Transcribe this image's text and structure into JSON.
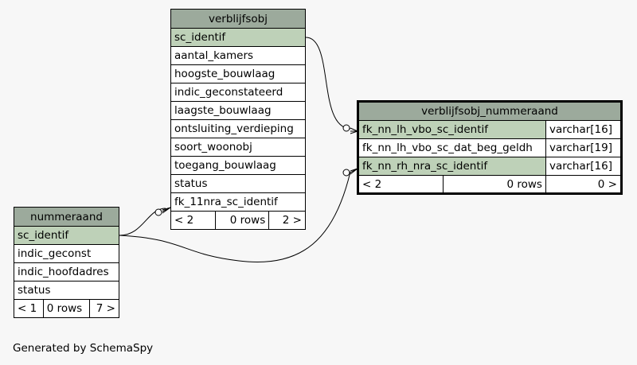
{
  "tables": {
    "verblijfsobj": {
      "name": "verblijfsobj",
      "columns": [
        "sc_identif",
        "aantal_kamers",
        "hoogste_bouwlaag",
        "indic_geconstateerd",
        "laagste_bouwlaag",
        "ontsluiting_verdieping",
        "soort_woonobj",
        "toegang_bouwlaag",
        "status",
        "fk_11nra_sc_identif"
      ],
      "footer": {
        "left": "< 2",
        "mid": "0 rows",
        "right": "2 >"
      }
    },
    "nummeraand": {
      "name": "nummeraand",
      "columns": [
        "sc_identif",
        "indic_geconst",
        "indic_hoofdadres",
        "status"
      ],
      "footer": {
        "left": "< 1",
        "mid": "0 rows",
        "right": "7 >"
      }
    },
    "verblijfsobj_nummeraand": {
      "name": "verblijfsobj_nummeraand",
      "columns": [
        {
          "name": "fk_nn_lh_vbo_sc_identif",
          "type": "varchar[16]"
        },
        {
          "name": "fk_nn_lh_vbo_sc_dat_beg_geldh",
          "type": "varchar[19]"
        },
        {
          "name": "fk_nn_rh_nra_sc_identif",
          "type": "varchar[16]"
        }
      ],
      "footer": {
        "left": "< 2",
        "mid": "0 rows",
        "right": "0 >"
      }
    }
  },
  "footer_text": "Generated by SchemaSpy",
  "colors": {
    "header": "#9caa9c",
    "key": "#bed1b8",
    "background": "#f7f7f7"
  }
}
